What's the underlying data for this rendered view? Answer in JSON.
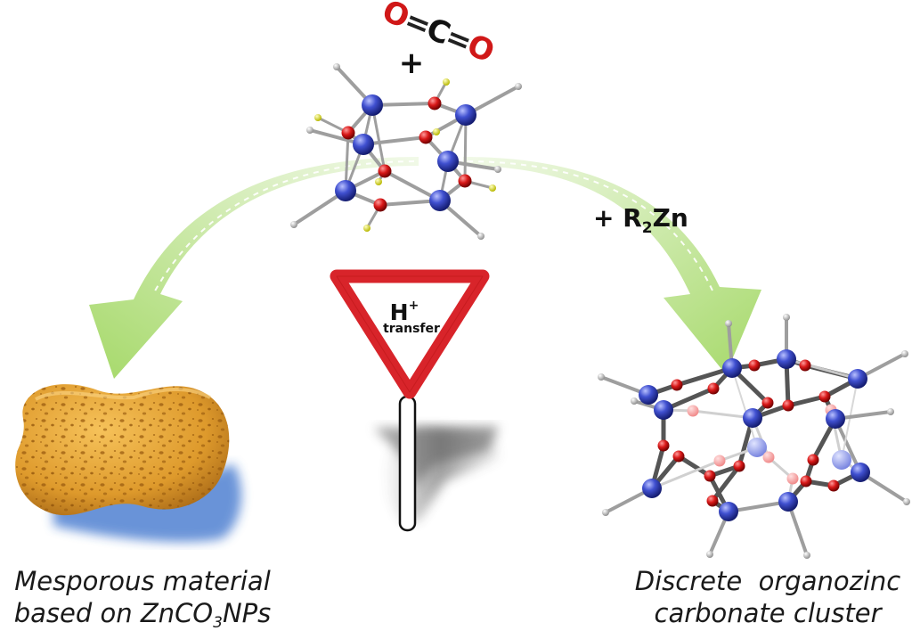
{
  "reactant": {
    "co2_formula": "O=C=O",
    "plus": "+"
  },
  "reagent": {
    "prefix": "+ R",
    "subscript": "2",
    "suffix": "Zn"
  },
  "sign": {
    "h": "H",
    "superscript": "+",
    "word": "transfer"
  },
  "left_caption": {
    "line1": "Mesporous material",
    "line2_prefix": "based on ZnCO",
    "line2_sub": "3",
    "line2_suffix": "NPs"
  },
  "right_caption": {
    "line1": "Discrete  organozinc",
    "line2": "carbonate cluster"
  },
  "colors": {
    "arrow": "#a6d96a",
    "zinc_atom": "#3848c8",
    "oxygen_atom": "#d01818",
    "hydrogen_atom": "#e8e830",
    "bond": "#a8a8a8",
    "sign_border": "#d8242a",
    "sponge": "#e0a030"
  },
  "icons": [
    "co2-molecule",
    "zinc-hydroxide-cube",
    "yield-sign",
    "sponge-image",
    "carbonate-cluster"
  ]
}
